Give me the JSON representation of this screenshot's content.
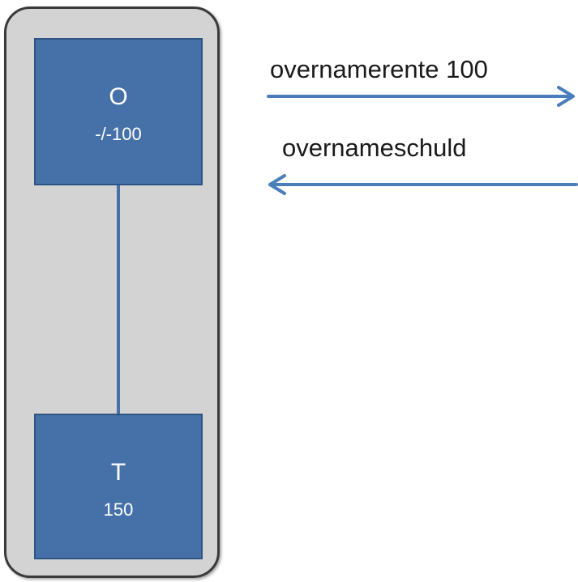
{
  "entities": {
    "top": {
      "name": "O",
      "value": "-/-100"
    },
    "bottom": {
      "name": "T",
      "value": "150"
    }
  },
  "arrows": {
    "right": {
      "label": "overnamerente 100"
    },
    "left": {
      "label": "overnameschuld"
    }
  },
  "colors": {
    "box_fill": "#4671a8",
    "box_border": "#2e5384",
    "container_fill": "#d3d3d3",
    "container_border": "#3a3a3a",
    "arrow": "#4a7ebb"
  }
}
